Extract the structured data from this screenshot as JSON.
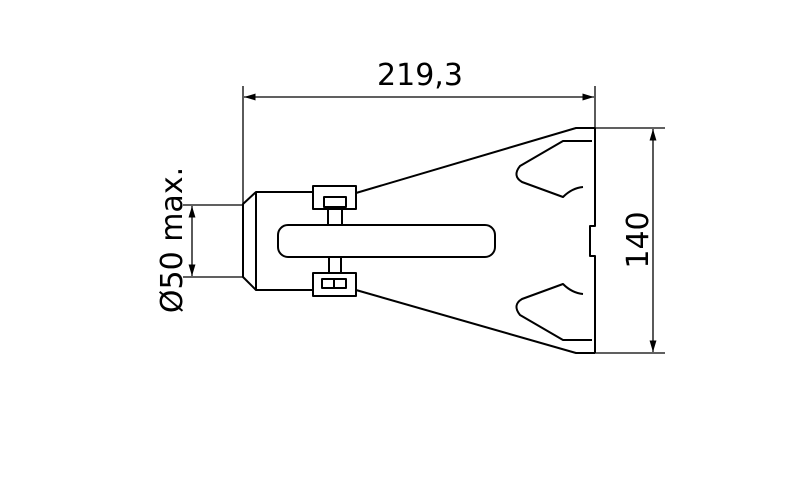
{
  "drawing": {
    "dimensions": {
      "overall_length": "219,3",
      "height": "140",
      "diameter": "Ø50 max."
    },
    "colors": {
      "line": "#000000",
      "background": "#ffffff"
    }
  }
}
